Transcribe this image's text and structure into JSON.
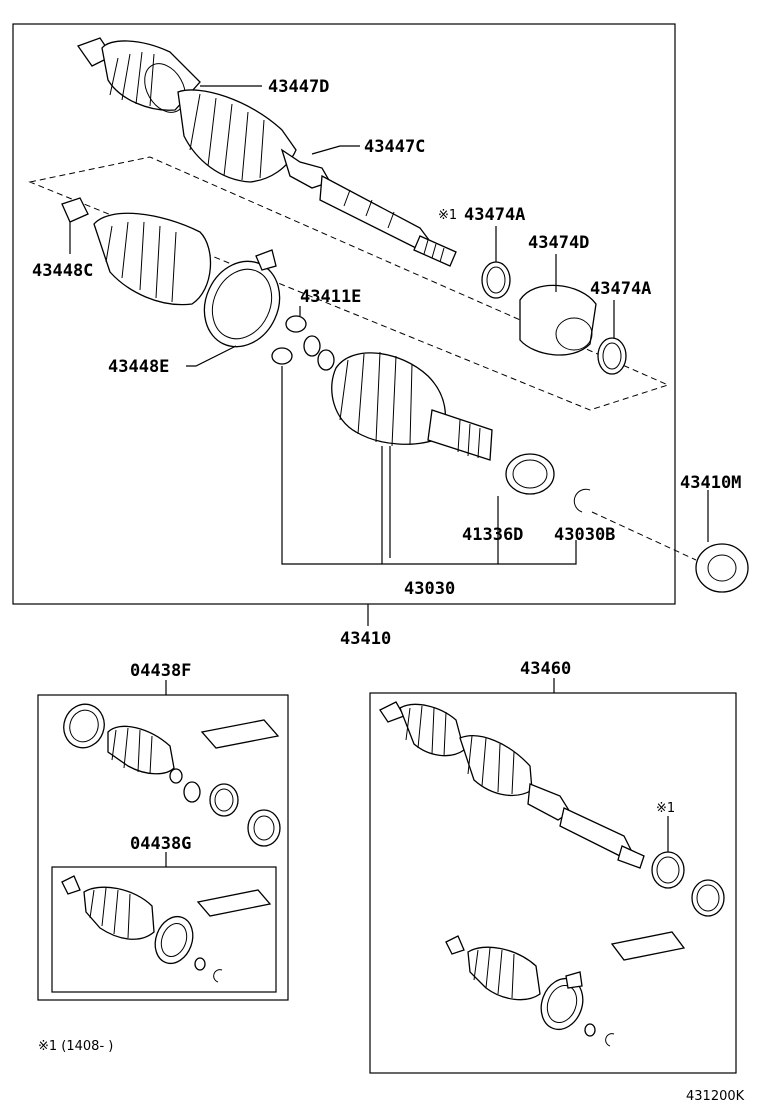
{
  "diagram": {
    "labels": {
      "p43447D": "43447D",
      "p43447C": "43447C",
      "p43474A_top": "43474A",
      "p43474A_top_mark": "※1",
      "p43474D": "43474D",
      "p43474A_right": "43474A",
      "p43448C": "43448C",
      "p43411E": "43411E",
      "p43448E": "43448E",
      "p43410M": "43410M",
      "p41336D": "41336D",
      "p43030B": "43030B",
      "p43030": "43030",
      "p43410": "43410",
      "p04438F": "04438F",
      "p04438G": "04438G",
      "p43460": "43460",
      "p43460_mark": "※1"
    },
    "footnote": "※1 (1408-      )",
    "ref_code": "431200K"
  }
}
